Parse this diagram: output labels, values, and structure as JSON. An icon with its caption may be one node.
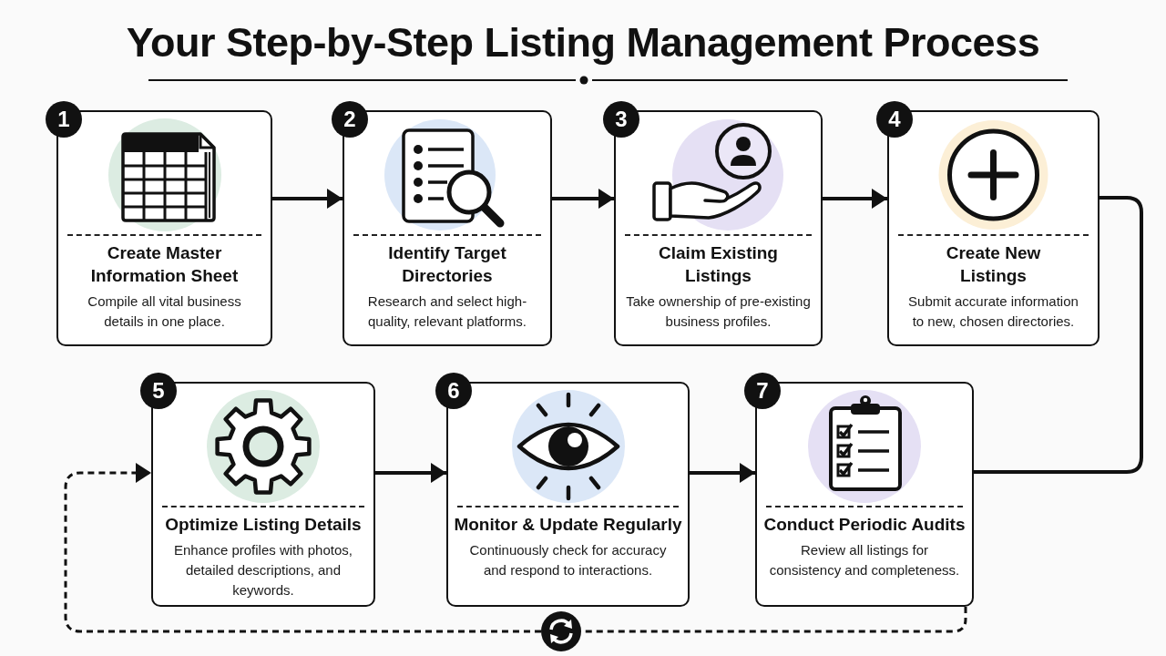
{
  "diagram": {
    "title": "Your Step-by-Step Listing Management Process",
    "nodes": [
      {
        "text": [
          "1"
        ]
      },
      {
        "text": [
          "Create Master Information Sheet",
          "Compile all vital business details in one place."
        ]
      },
      {
        "text": [
          "2"
        ]
      },
      {
        "text": [
          "Identify Target Directories",
          "Research and select high-quality, relevant platforms."
        ]
      },
      {
        "text": [
          "3"
        ]
      },
      {
        "text": [
          "Claim Existing Listings",
          "Take ownership of pre-existing business profiles."
        ]
      },
      {
        "text": [
          "4"
        ]
      },
      {
        "text": [
          "Create New Listings",
          "Submit accurate information to new, chosen directories."
        ]
      },
      {
        "text": [
          "5"
        ]
      },
      {
        "text": [
          "Optimize Listing Details",
          "Enhance profiles with photos, detailed descriptions, and keywords."
        ]
      },
      {
        "text": [
          "6"
        ]
      },
      {
        "text": [
          "Monitor & Update Regularly",
          "Continuously check for accuracy and respond to interactions."
        ]
      },
      {
        "text": [
          "7"
        ]
      },
      {
        "text": [
          "Conduct Periodic Audits",
          "Review all listings for consistency and completeness."
        ]
      },
      {
        "text": [],
        "shape": "circle"
      }
    ],
    "edges": [
      {
        "from": 1,
        "to": 3,
        "arrow": "to"
      },
      {
        "from": 3,
        "to": 5,
        "arrow": "to"
      },
      {
        "from": 5,
        "to": 7,
        "arrow": "to"
      },
      {
        "from": 7,
        "to": 13,
        "arrow": "none"
      },
      {
        "from": 9,
        "to": 11,
        "arrow": "to"
      },
      {
        "from": 11,
        "to": 13,
        "arrow": "to"
      },
      {
        "from": 13,
        "to": 14,
        "arrow": "none",
        "style": "dashed"
      },
      {
        "from": 14,
        "to": 9,
        "arrow": "to",
        "style": "dashed"
      }
    ]
  }
}
